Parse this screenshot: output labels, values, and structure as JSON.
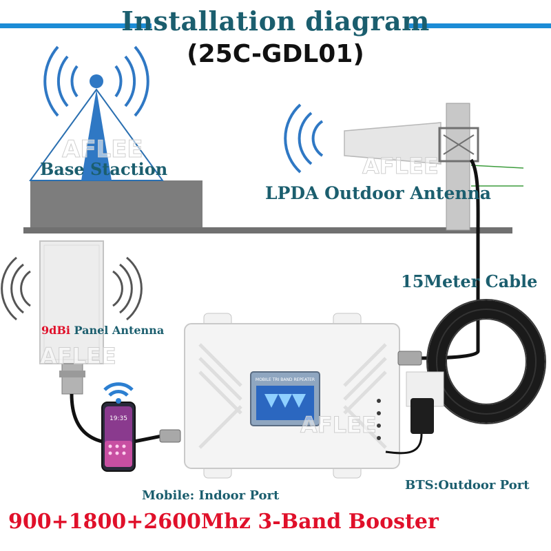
{
  "header": {
    "title": "Installation diagram",
    "model": "(25C-GDL01)"
  },
  "labels": {
    "base_station": "Base Staction",
    "outdoor_antenna": "LPDA Outdoor Antenna",
    "cable": "15Meter Cable",
    "panel_gain": "9dBi",
    "panel_antenna": "Panel Antenna",
    "indoor_port": "Mobile: Indoor Port",
    "outdoor_port": "BTS:Outdoor Port",
    "booster": "900+1800+2600Mhz 3-Band Booster"
  },
  "device": {
    "screen_title": "MOBILE TRI BAND REPEATER",
    "phone_time": "19:35"
  },
  "watermark": "AFLEE",
  "colors": {
    "label_teal": "#1b5e6e",
    "title_line": "#1c8cd6",
    "accent_red": "#e0102a"
  }
}
